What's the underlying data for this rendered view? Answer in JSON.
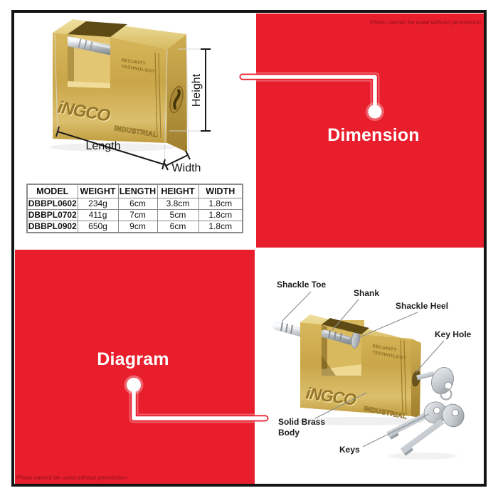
{
  "watermark": "Photo cannot be used without permission",
  "sections": {
    "dimension": "Dimension",
    "diagram": "Diagram"
  },
  "dims": {
    "length": "Length",
    "width": "Width",
    "height": "Height"
  },
  "table": {
    "headers": [
      "MODEL",
      "WEIGHT",
      "LENGTH",
      "HEIGHT",
      "WIDTH"
    ],
    "rows": [
      [
        "DBBPL0602",
        "234g",
        "6cm",
        "3.8cm",
        "1.8cm"
      ],
      [
        "DBBPL0702",
        "411g",
        "7cm",
        "5cm",
        "1.8cm"
      ],
      [
        "DBBPL0902",
        "650g",
        "9cm",
        "6cm",
        "1.8cm"
      ]
    ]
  },
  "labels": {
    "shackle_toe": "Shackle Toe",
    "shank": "Shank",
    "shackle_heel": "Shackle Heel",
    "key_hole": "Key Hole",
    "solid_brass_body": "Solid Brass Body",
    "keys": "Keys"
  },
  "padlock": {
    "logo": "iNGCO",
    "security_line1": "SECURITY",
    "security_line2": "TECHNOLOGY",
    "series": "INDUSTRIAL"
  },
  "colors": {
    "brand_red": "#e81e2c",
    "brass": "#c9a648",
    "frame_black": "#141414",
    "watermark_red": "#8f1119"
  }
}
